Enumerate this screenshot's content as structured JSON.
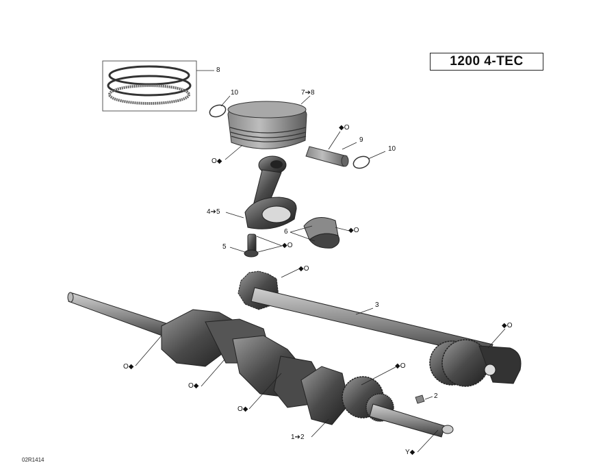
{
  "title": "1200 4-TEC",
  "drawing_code": "02R1414",
  "colors": {
    "part_dark": "#3a3a3a",
    "part_mid": "#7a7a7a",
    "part_light": "#b5b5b5",
    "line": "#222222"
  },
  "callouts": {
    "c8": "8",
    "c10a": "10",
    "c7to8": "7➔8",
    "c_piston_sym": "O◆",
    "c9_sym": "◆O",
    "c9": "9",
    "c10b": "10",
    "c4to5": "4➔5",
    "c6": "6",
    "c6_sym": "◆O",
    "c5": "5",
    "c5_sym": "◆O",
    "c_gear_top_sym": "◆O",
    "c3": "3",
    "c_shaft_end_sym": "◆O",
    "c_crank1_sym": "O◆",
    "c_crank2_sym": "O◆",
    "c_gear_sym": "◆O",
    "c2": "2",
    "c_crank3_sym": "O◆",
    "c1to2": "1➔2",
    "c_end_sym": "Y◆"
  }
}
